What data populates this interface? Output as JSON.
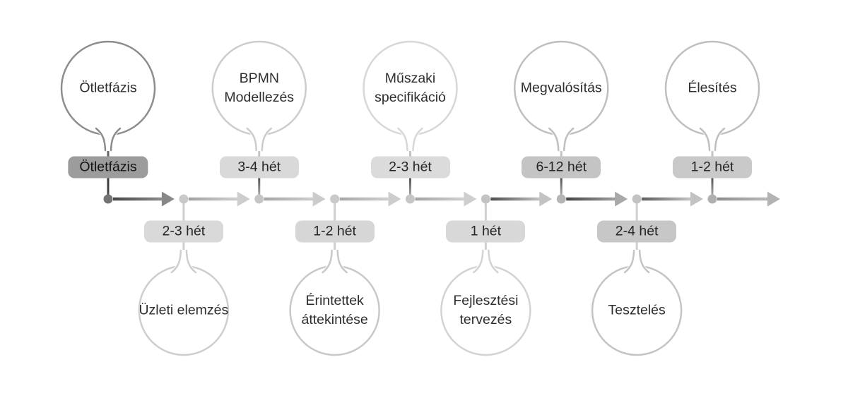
{
  "diagram": {
    "type": "process-timeline",
    "background": "#ffffff",
    "label_color": "#2e2e2e",
    "milestones": [
      {
        "label": "Ötletfázis",
        "duration": "Ötletfázis",
        "side": "top",
        "emphasized": true,
        "circle_border": "#8d8d8d",
        "badge_bg": "#9c9c9c",
        "badge_text": "#141414",
        "dot": "#737373"
      },
      {
        "label": "Üzleti elemzés",
        "duration": "2-3 hét",
        "side": "bottom",
        "emphasized": false,
        "circle_border": "#cecece",
        "badge_bg": "#d9d9d9",
        "badge_text": "#262626",
        "dot": "#c9c9c9"
      },
      {
        "label": "BPMN Modellezés",
        "duration": "3-4 hét",
        "side": "top",
        "emphasized": false,
        "circle_border": "#cccccc",
        "badge_bg": "#d9d9d9",
        "badge_text": "#262626",
        "dot": "#c6c6c6"
      },
      {
        "label": "Érintettek áttekintése",
        "duration": "1-2 hét",
        "side": "bottom",
        "emphasized": false,
        "circle_border": "#c8c8c8",
        "badge_bg": "#d6d6d6",
        "badge_text": "#262626",
        "dot": "#c9c9c9"
      },
      {
        "label": "Műszaki specifikáció",
        "duration": "2-3 hét",
        "side": "top",
        "emphasized": false,
        "circle_border": "#d7d7d7",
        "badge_bg": "#dbdbdb",
        "badge_text": "#262626",
        "dot": "#c6c6c6"
      },
      {
        "label": "Fejlesztési tervezés",
        "duration": "1 hét",
        "side": "bottom",
        "emphasized": false,
        "circle_border": "#d3d3d3",
        "badge_bg": "#d8d8d8",
        "badge_text": "#262626",
        "dot": "#c3c3c3"
      },
      {
        "label": "Megvalósítás",
        "duration": "6-12 hét",
        "side": "top",
        "emphasized": false,
        "circle_border": "#bfbfbf",
        "badge_bg": "#c4c4c4",
        "badge_text": "#262626",
        "dot": "#b5b5b5"
      },
      {
        "label": "Tesztelés",
        "duration": "2-4 hét",
        "side": "bottom",
        "emphasized": false,
        "circle_border": "#c4c4c4",
        "badge_bg": "#c7c7c7",
        "badge_text": "#262626",
        "dot": "#c3c3c3"
      },
      {
        "label": "Élesítés",
        "duration": "1-2 hét",
        "side": "top",
        "emphasized": false,
        "circle_border": "#bfbfbf",
        "badge_bg": "#c9c9c9",
        "badge_text": "#262626",
        "dot": "#b0b0b0"
      }
    ],
    "arrows": [
      {
        "start": "#474747",
        "end": "#8e8e8e",
        "head": "#888888"
      },
      {
        "start": "#a2a2a2",
        "end": "#d0d0d0",
        "head": "#cdcdcd"
      },
      {
        "start": "#a6a6a6",
        "end": "#cecece",
        "head": "#cbcbcb"
      },
      {
        "start": "#a8a8a8",
        "end": "#d0d0d0",
        "head": "#cdcdcd"
      },
      {
        "start": "#a4a4a4",
        "end": "#d2d2d2",
        "head": "#cfcfcf"
      },
      {
        "start": "#4f4f4f",
        "end": "#c6c6c6",
        "head": "#c3c3c3"
      },
      {
        "start": "#454545",
        "end": "#a2a2a2",
        "head": "#a8a8a8"
      },
      {
        "start": "#5f5f5f",
        "end": "#c6c6c6",
        "head": "#c2c2c2"
      },
      {
        "start": "#8f8f8f",
        "end": "#b9b9b9",
        "head": "#b3b3b3"
      }
    ],
    "stem_colors": {
      "first_top": [
        "#6f6f6f",
        "#3a3a3a",
        "#4a4a4a"
      ],
      "top": [
        "#c8c8c8",
        "#c0c0c0",
        "#525252",
        "#c2c2c2"
      ],
      "bottom": "#cfcfcf"
    }
  }
}
